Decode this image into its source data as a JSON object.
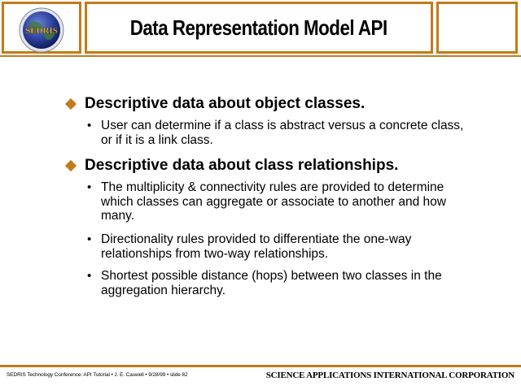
{
  "header": {
    "title": "Data Representation Model API",
    "logo_text": "SEDRIS"
  },
  "bullets": [
    {
      "text": "Descriptive data about object classes.",
      "sub": [
        "User can determine if a class is abstract versus a concrete class, or if it is a link class."
      ]
    },
    {
      "text": "Descriptive data about class relationships.",
      "sub": [
        "The multiplicity & connectivity rules are provided to determine which classes can aggregate or associate to another and how many.",
        "Directionality rules provided to differentiate the one-way relationships from two-way relationships.",
        "Shortest possible distance (hops) between two classes in the aggregation hierarchy."
      ]
    }
  ],
  "footer": {
    "left": "SEDRIS Technology Conference: API Tutorial • J. E. Caswell • 9/28/99 • slide 82",
    "right": "SCIENCE APPLICATIONS INTERNATIONAL CORPORATION"
  },
  "colors": {
    "accent": "#c47a1a",
    "logo_blue": "#1a2a7a"
  }
}
